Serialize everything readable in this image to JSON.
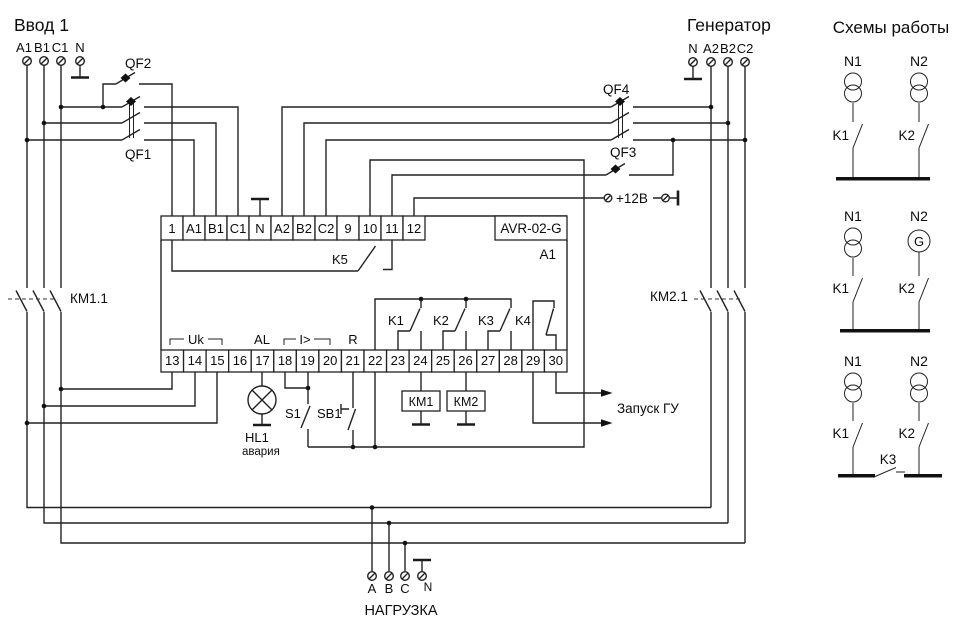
{
  "input": {
    "title": "Ввод 1",
    "terminals": [
      "A1",
      "B1",
      "C1",
      "N"
    ]
  },
  "generator": {
    "title": "Генератор",
    "terminals": [
      "N",
      "A2",
      "B2",
      "C2"
    ]
  },
  "breakers": {
    "qf1": "QF1",
    "qf2": "QF2",
    "qf3": "QF3",
    "qf4": "QF4"
  },
  "device": {
    "model": "AVR-02-G",
    "ref": "A1",
    "top_terminals": [
      "1",
      "A1",
      "B1",
      "C1",
      "N",
      "A2",
      "B2",
      "C2",
      "9",
      "10",
      "11",
      "12"
    ],
    "bottom_terminals": [
      "13",
      "14",
      "15",
      "16",
      "17",
      "18",
      "19",
      "20",
      "21",
      "22",
      "23",
      "24",
      "25",
      "26",
      "27",
      "28",
      "29",
      "30"
    ],
    "relay_k5": "K5",
    "relays": [
      "K1",
      "K2",
      "K3",
      "K4"
    ],
    "func": {
      "uk": "Uk",
      "al": "AL",
      "i": "I>",
      "r": "R"
    }
  },
  "contactors": {
    "km11": "КМ1.1",
    "km21": "КМ2.1",
    "km1": "КМ1",
    "km2": "КМ2"
  },
  "lamp": {
    "name": "HL1",
    "caption": "авария"
  },
  "switches": {
    "s1": "S1",
    "sb1": "SB1"
  },
  "power": {
    "plus12": "+12В"
  },
  "outputs": {
    "start": "Запуск ГУ"
  },
  "load": {
    "title": "НАГРУЗКА",
    "terminals": [
      "A",
      "B",
      "C",
      "N"
    ]
  },
  "schemes": {
    "title": "Схемы работы",
    "items": [
      {
        "src1": "N1",
        "src2": "N2",
        "sw1": "K1",
        "sw2": "K2"
      },
      {
        "src1": "N1",
        "src2": "N2",
        "sw1": "K1",
        "sw2": "K2",
        "gen": "G"
      },
      {
        "src1": "N1",
        "src2": "N2",
        "sw1": "K1",
        "sw2": "K2",
        "tie": "K3"
      }
    ]
  },
  "colors": {
    "line": "#222222",
    "background": "#ffffff"
  }
}
